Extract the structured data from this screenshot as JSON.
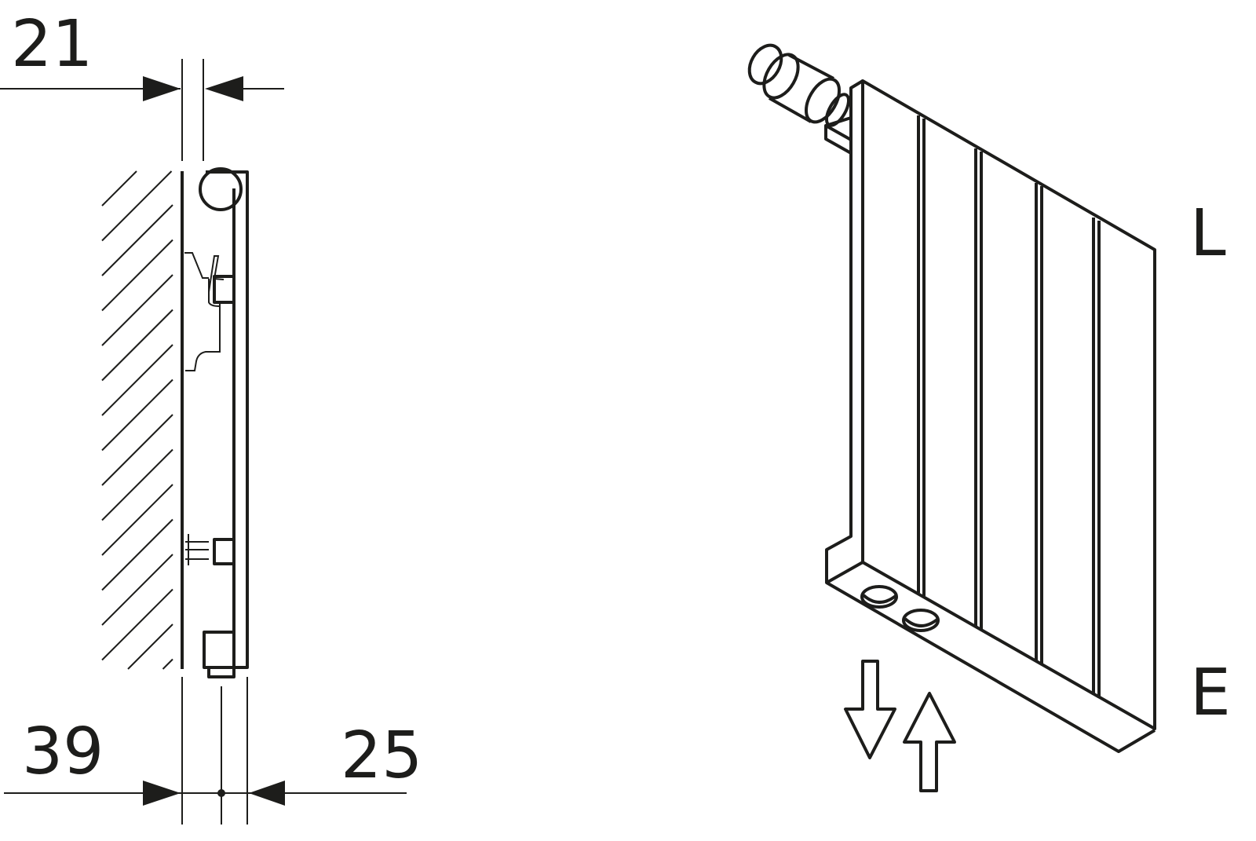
{
  "side_view": {
    "dim_top": "21",
    "dim_bottom_left": "39",
    "dim_bottom_right": "25"
  },
  "iso_view": {
    "label_top": "L",
    "label_bottom": "E"
  },
  "colors": {
    "ink": "#1d1d1b",
    "background": "#ffffff"
  }
}
